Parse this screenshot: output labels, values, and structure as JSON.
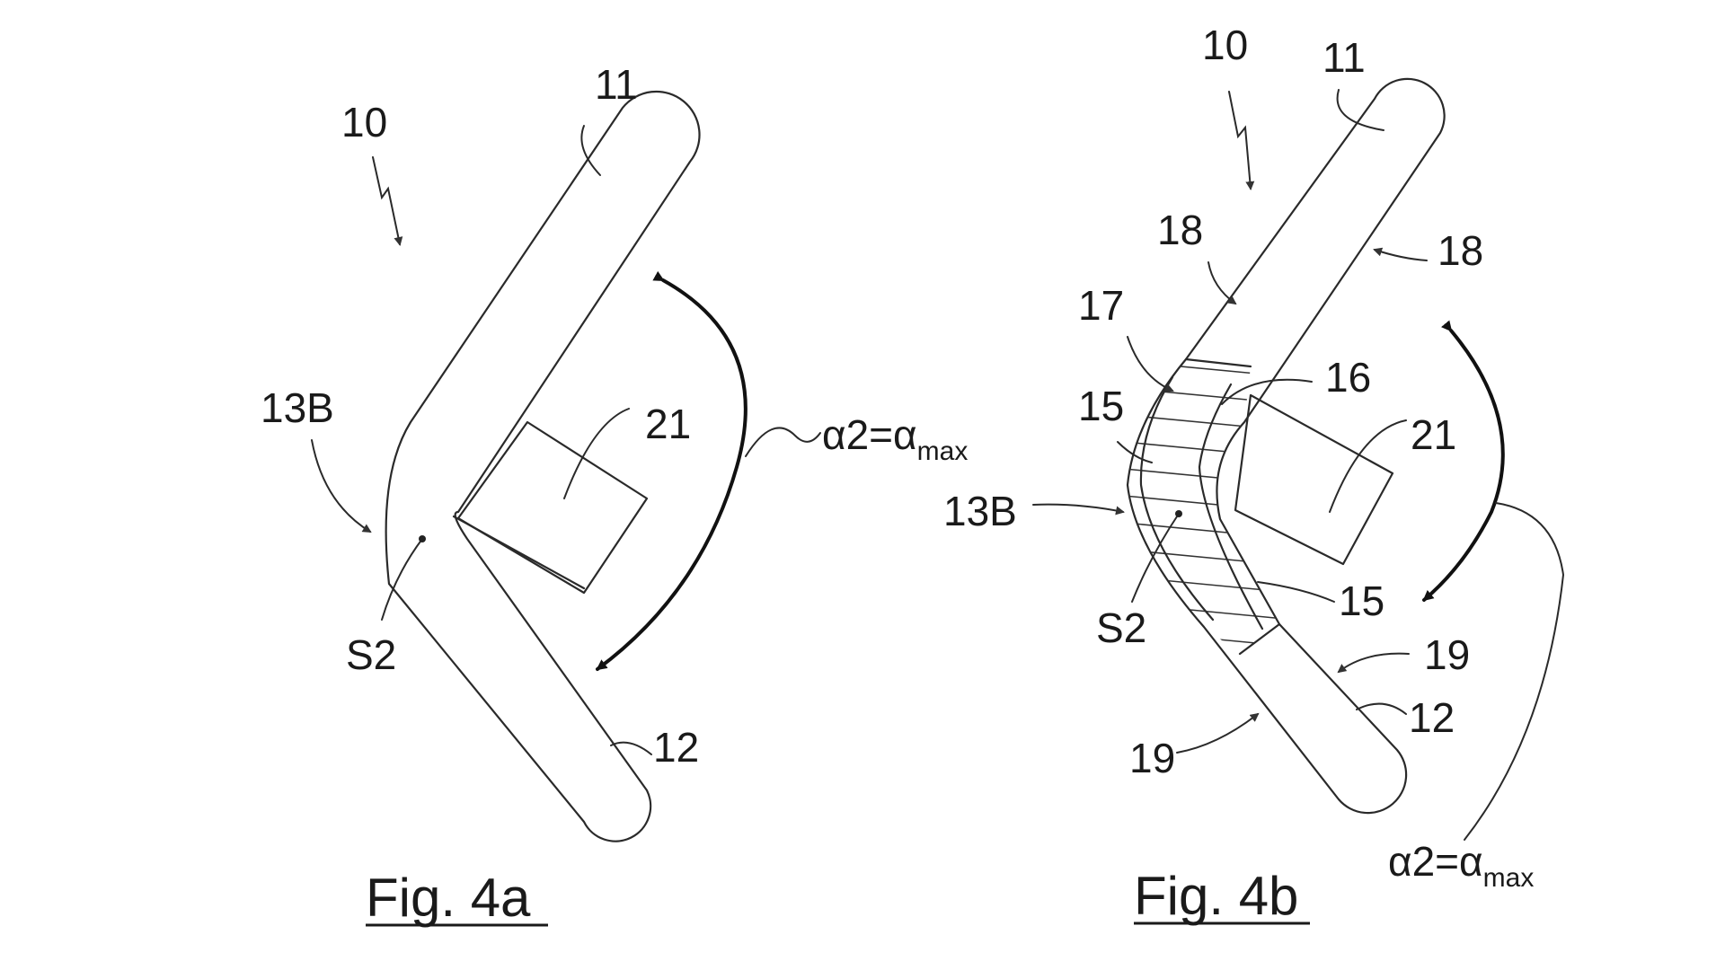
{
  "fig_a": {
    "caption": "Fig. 4a",
    "labels": {
      "n10": "10",
      "n11": "11",
      "n12": "12",
      "n13b": "13B",
      "s2": "S2",
      "n21": "21"
    },
    "angle": {
      "main": "α2=α",
      "sub": "max"
    }
  },
  "fig_b": {
    "caption": "Fig. 4b",
    "labels": {
      "n10": "10",
      "n11": "11",
      "n12": "12",
      "n13b": "13B",
      "s2": "S2",
      "n21": "21",
      "n15a": "15",
      "n15b": "15",
      "n16": "16",
      "n17": "17",
      "n18a": "18",
      "n18b": "18",
      "n19a": "19",
      "n19b": "19"
    },
    "angle": {
      "main": "α2=α",
      "sub": "max"
    }
  }
}
